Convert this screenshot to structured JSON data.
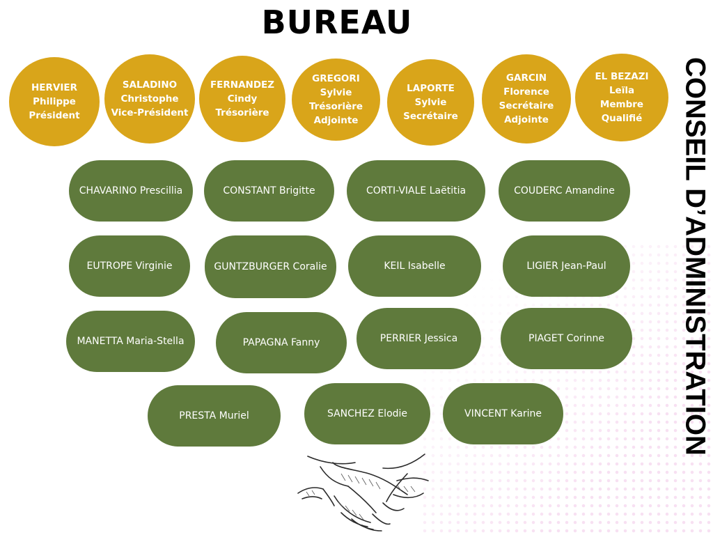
{
  "title": "BUREAU",
  "side_title": "CONSEIL D’ADMINISTRATION",
  "bureau": [
    {
      "lines": [
        "HERVIER",
        "Philippe",
        "Président"
      ]
    },
    {
      "lines": [
        "SALADINO",
        "Christophe",
        "Vice-Président"
      ]
    },
    {
      "lines": [
        "FERNANDEZ",
        "Cindy",
        "Trésorière"
      ]
    },
    {
      "lines": [
        "GREGORI",
        "Sylvie",
        "Trésorière",
        "Adjointe"
      ]
    },
    {
      "lines": [
        "LAPORTE",
        "Sylvie",
        "Secrétaire"
      ]
    },
    {
      "lines": [
        "GARCIN",
        "Florence",
        "Secrétaire",
        "Adjointe"
      ]
    },
    {
      "lines": [
        "EL BEZAZI",
        "Leïla",
        "Membre",
        "Qualifié"
      ]
    }
  ],
  "members": [
    "CHAVARINO Prescillia",
    "CONSTANT Brigitte",
    "CORTI-VIALE Laëtitia",
    "COUDERC Amandine",
    "EUTROPE Virginie",
    "GUNTZBURGER Coralie",
    "KEIL Isabelle",
    "LIGIER Jean-Paul",
    "MANETTA Maria-Stella",
    "PAPAGNA Fanny",
    "PERRIER Jessica",
    "PIAGET Corinne",
    "PRESTA Muriel",
    "SANCHEZ Elodie",
    "VINCENT  Karine"
  ],
  "colors": {
    "bureau": "#d9a51a",
    "members": "#5f7a3c",
    "text": "#ffffff"
  },
  "icons": {
    "illustration": "handshake-icon"
  }
}
